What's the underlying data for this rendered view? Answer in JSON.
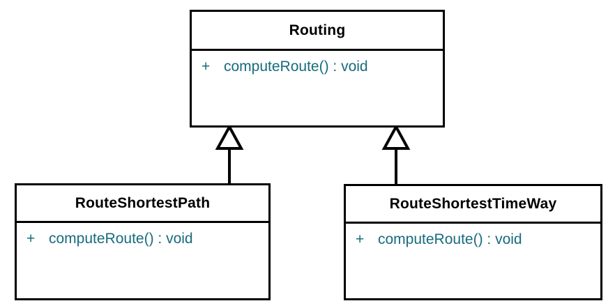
{
  "diagram": {
    "kind": "uml-class-diagram",
    "title": "",
    "colors": {
      "background": "#ffffff",
      "border": "#000000",
      "class_name_text": "#000000",
      "member_text": "#176b7d",
      "connector": "#000000"
    },
    "classes": [
      {
        "id": "routing",
        "name": "Routing",
        "members": [
          {
            "visibility": "+",
            "signature": "computeRoute() : void"
          }
        ]
      },
      {
        "id": "routeshortestpath",
        "name": "RouteShortestPath",
        "members": [
          {
            "visibility": "+",
            "signature": "computeRoute() : void"
          }
        ]
      },
      {
        "id": "routeshortesttimeway",
        "name": "RouteShortestTimeWay",
        "members": [
          {
            "visibility": "+",
            "signature": "computeRoute() : void"
          }
        ]
      }
    ],
    "relationships": [
      {
        "type": "generalization",
        "from": "RouteShortestPath",
        "to": "Routing",
        "arrow": "hollow-triangle"
      },
      {
        "type": "generalization",
        "from": "RouteShortestTimeWay",
        "to": "Routing",
        "arrow": "hollow-triangle"
      }
    ]
  }
}
